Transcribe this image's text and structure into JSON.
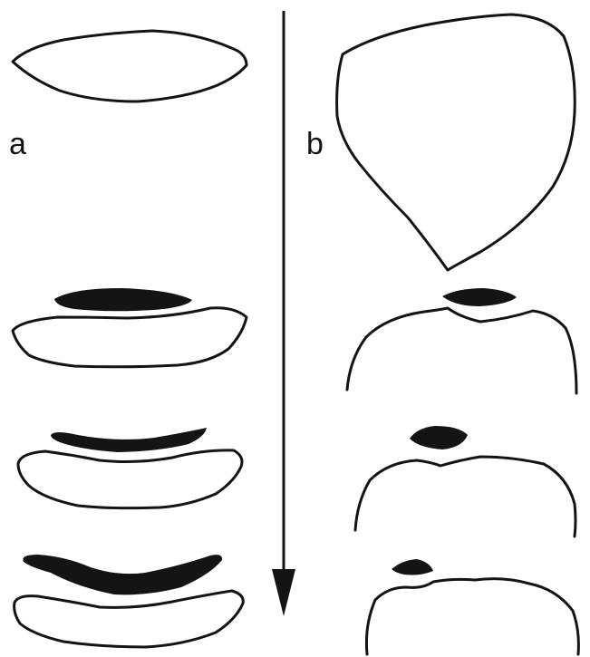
{
  "figure": {
    "panels": [
      {
        "id": "a",
        "label": "a"
      },
      {
        "id": "b",
        "label": "b"
      }
    ],
    "colors": {
      "ink": "#141414",
      "background": "#ffffff"
    }
  }
}
